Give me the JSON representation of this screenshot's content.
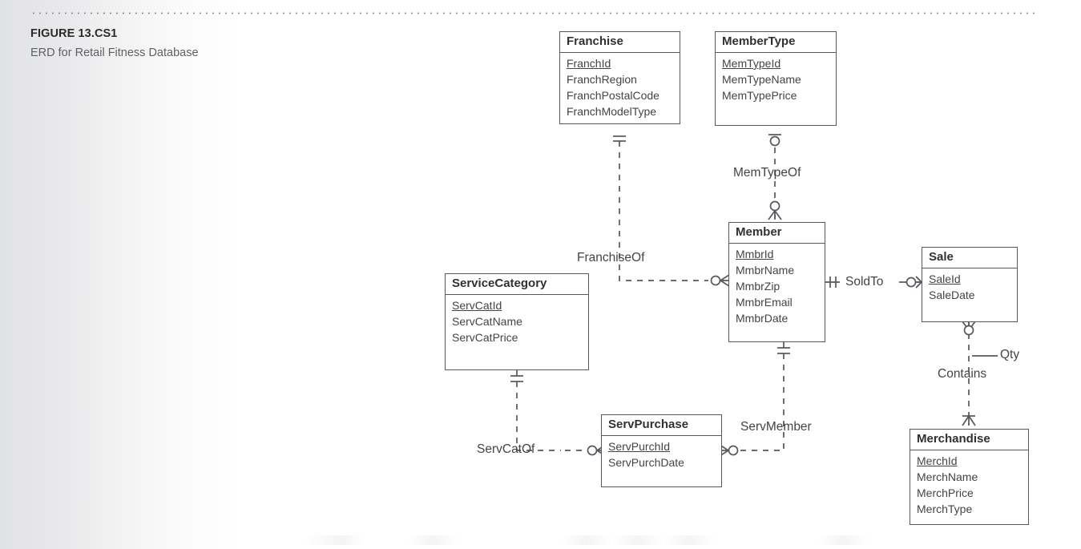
{
  "figure": {
    "label": "FIGURE 13.CS1",
    "caption": "ERD for Retail Fitness Database"
  },
  "colors": {
    "line": "#55585c",
    "text": "#414448",
    "title_text": "#2f3134",
    "caption_sub": "#5e6165",
    "page_bg": "#ffffff",
    "gradient_left": "#e1e2e4"
  },
  "entities": [
    {
      "key": "franchise",
      "name": "Franchise",
      "attributes": [
        {
          "name": "FranchId",
          "pk": true
        },
        {
          "name": "FranchRegion",
          "pk": false
        },
        {
          "name": "FranchPostalCode",
          "pk": false
        },
        {
          "name": "FranchModelType",
          "pk": false
        }
      ]
    },
    {
      "key": "membertype",
      "name": "MemberType",
      "attributes": [
        {
          "name": "MemTypeId",
          "pk": true
        },
        {
          "name": "MemTypeName",
          "pk": false
        },
        {
          "name": "MemTypePrice",
          "pk": false
        }
      ]
    },
    {
      "key": "member",
      "name": "Member",
      "attributes": [
        {
          "name": "MmbrId",
          "pk": true
        },
        {
          "name": "MmbrName",
          "pk": false
        },
        {
          "name": "MmbrZip",
          "pk": false
        },
        {
          "name": "MmbrEmail",
          "pk": false
        },
        {
          "name": "MmbrDate",
          "pk": false
        }
      ]
    },
    {
      "key": "sale",
      "name": "Sale",
      "attributes": [
        {
          "name": "SaleId",
          "pk": true
        },
        {
          "name": "SaleDate",
          "pk": false
        }
      ]
    },
    {
      "key": "servicecategory",
      "name": "ServiceCategory",
      "attributes": [
        {
          "name": "ServCatId",
          "pk": true
        },
        {
          "name": "ServCatName",
          "pk": false
        },
        {
          "name": "ServCatPrice",
          "pk": false
        }
      ]
    },
    {
      "key": "servpurchase",
      "name": "ServPurchase",
      "attributes": [
        {
          "name": "ServPurchId",
          "pk": true
        },
        {
          "name": "ServPurchDate",
          "pk": false
        }
      ]
    },
    {
      "key": "merchandise",
      "name": "Merchandise",
      "attributes": [
        {
          "name": "MerchId",
          "pk": true
        },
        {
          "name": "MerchName",
          "pk": false
        },
        {
          "name": "MerchPrice",
          "pk": false
        },
        {
          "name": "MerchType",
          "pk": false
        }
      ]
    }
  ],
  "relationships": [
    {
      "key": "memtypeof",
      "label": "MemTypeOf",
      "from": "MemberType",
      "to": "Member",
      "from_cardinality": "one-optional",
      "to_cardinality": "zero-or-many"
    },
    {
      "key": "franchiseof",
      "label": "FranchiseOf",
      "from": "Franchise",
      "to": "Member",
      "from_cardinality": "one-and-only-one",
      "to_cardinality": "zero-or-many"
    },
    {
      "key": "soldto",
      "label": "SoldTo",
      "from": "Member",
      "to": "Sale",
      "from_cardinality": "one-and-only-one",
      "to_cardinality": "zero-or-many"
    },
    {
      "key": "contains",
      "label": "Contains",
      "from": "Sale",
      "to": "Merchandise",
      "from_cardinality": "zero-or-many",
      "to_cardinality": "one-or-many"
    },
    {
      "key": "servmember",
      "label": "ServMember",
      "from": "Member",
      "to": "ServPurchase",
      "from_cardinality": "one-and-only-one",
      "to_cardinality": "zero-or-many"
    },
    {
      "key": "servcatof",
      "label": "ServCatOf",
      "from": "ServiceCategory",
      "to": "ServPurchase",
      "from_cardinality": "one-and-only-one",
      "to_cardinality": "zero-or-many"
    }
  ],
  "relationship_attributes": [
    {
      "key": "qty",
      "label": "Qty",
      "on_relationship": "Contains"
    }
  ]
}
